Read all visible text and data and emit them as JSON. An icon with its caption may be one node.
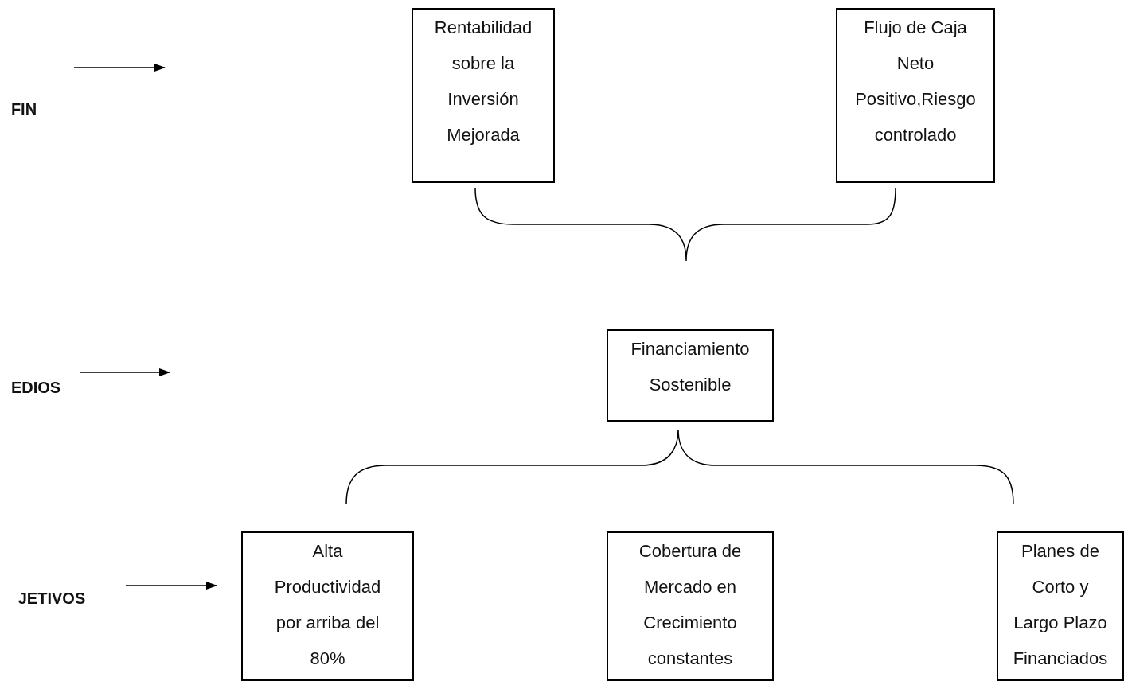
{
  "diagram": {
    "nodes": [
      {
        "text": [
          "FIN"
        ]
      },
      {
        "text": [
          "EDIOS"
        ]
      },
      {
        "text": [
          "JETIVOS"
        ]
      },
      {
        "text": [
          "Rentabilidad sobre la Inversión Mejorada"
        ]
      },
      {
        "text": [
          "Flujo de Caja Neto Positivo,Riesgo controlado"
        ]
      },
      {
        "text": [
          "Financiamiento Sostenible"
        ]
      },
      {
        "text": [
          "Alta Productividad por arriba del 80%"
        ]
      },
      {
        "text": [
          "Cobertura de Mercado en Crecimiento constantes"
        ]
      },
      {
        "text": [
          "Planes de Corto y Largo Plazo Financiados"
        ]
      }
    ]
  }
}
